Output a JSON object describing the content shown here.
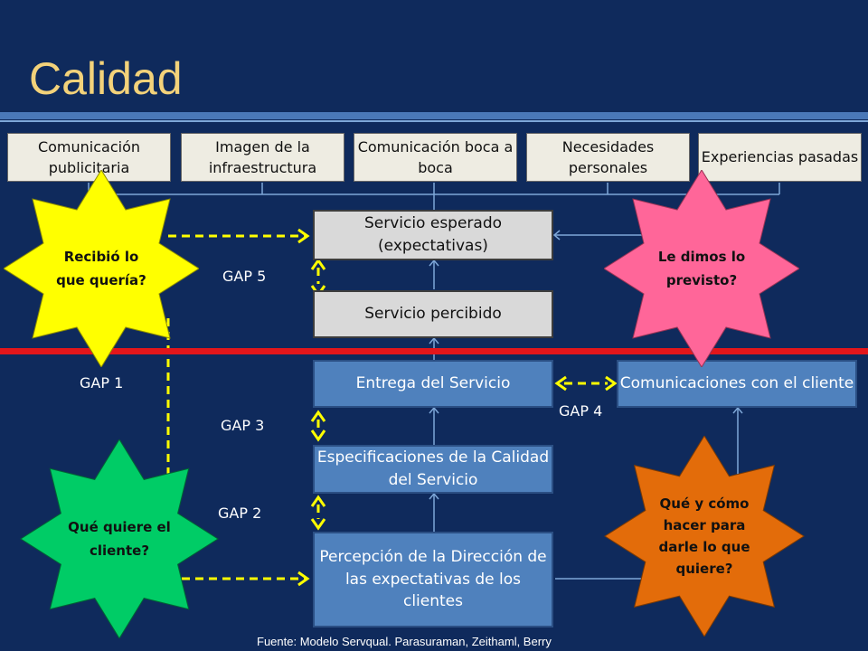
{
  "title": "Calidad",
  "top_boxes": [
    "Comunicación publicitaria",
    "Imagen de la infraestructura",
    "Comunicación boca a boca",
    "Necesidades personales",
    "Experiencias pasadas"
  ],
  "center_boxes": {
    "expected": "Servicio esperado (expectativas)",
    "perceived": "Servicio percibido",
    "delivery": "Entrega del Servicio",
    "specs": "Especificaciones de la Calidad del Servicio",
    "management": "Percepción de la Dirección de las expectativas de los clientes",
    "communications": "Comunicaciones con el cliente"
  },
  "gaps": {
    "gap1": "GAP 1",
    "gap2": "GAP 2",
    "gap3": "GAP 3",
    "gap4": "GAP 4",
    "gap5": "GAP 5"
  },
  "stars": {
    "received": "Recibió lo que quería?",
    "promised": "Le dimos lo previsto?",
    "client_wants": "Qué quiere el cliente?",
    "how_to": "Qué y cómo hacer para darle lo que quiere?"
  },
  "star_colors": {
    "received": "#ffff00",
    "promised": "#ff6699",
    "client_wants": "#00cc66",
    "how_to": "#e36c0a"
  },
  "colors": {
    "background": "#0f2a5c",
    "title": "#f3d27a",
    "divider": "#e3161b",
    "gap_arrow": "#ffff00"
  },
  "source": "Fuente: Modelo Servqual. Parasuraman, Zeithaml, Berry"
}
